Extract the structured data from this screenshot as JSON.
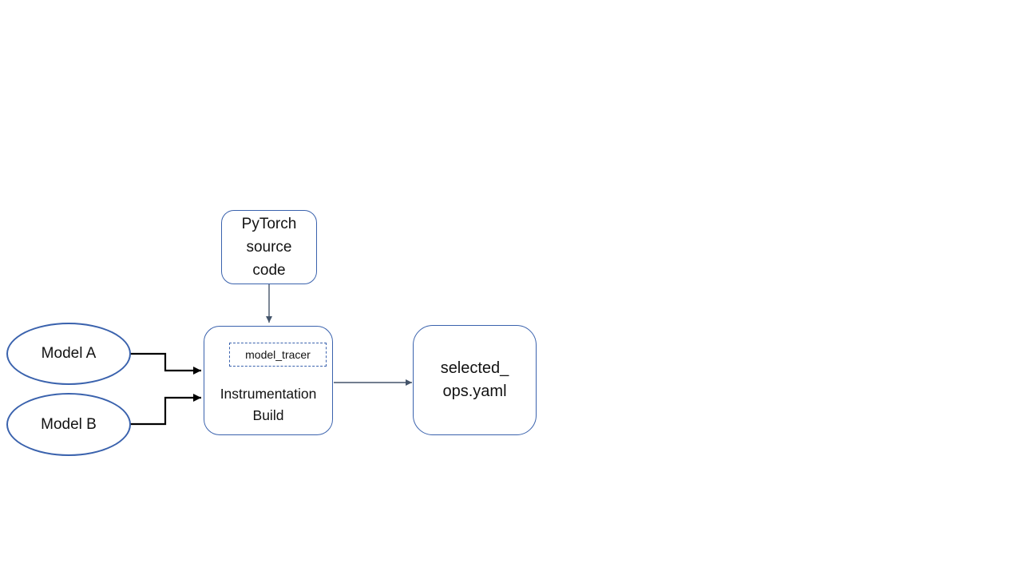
{
  "diagram": {
    "background_color": "#ffffff",
    "colors": {
      "shape_border": "#3a62ad",
      "connector_slate": "#44546a",
      "connector_black": "#000000",
      "text": "#121212"
    },
    "nodes": {
      "model_a": {
        "shape": "ellipse",
        "label": "Model A"
      },
      "model_b": {
        "shape": "ellipse",
        "label": "Model B"
      },
      "pytorch_source": {
        "shape": "rounded-rect",
        "label": "PyTorch\nsource\ncode"
      },
      "model_tracer": {
        "shape": "dashed-rect",
        "label": "model_tracer"
      },
      "instrumentation_build": {
        "shape": "rounded-rect",
        "label": "Instrumentation\nBuild"
      },
      "selected_ops": {
        "shape": "rounded-rect",
        "label": "selected_\nops.yaml"
      }
    },
    "edges": [
      {
        "from": "pytorch_source",
        "to": "instrumentation_build",
        "style": "thin-slate-arrow"
      },
      {
        "from": "model_a",
        "to": "instrumentation_build",
        "style": "black-elbow-arrow"
      },
      {
        "from": "model_b",
        "to": "instrumentation_build",
        "style": "black-elbow-arrow"
      },
      {
        "from": "instrumentation_build",
        "to": "selected_ops",
        "style": "thin-slate-arrow"
      }
    ]
  }
}
